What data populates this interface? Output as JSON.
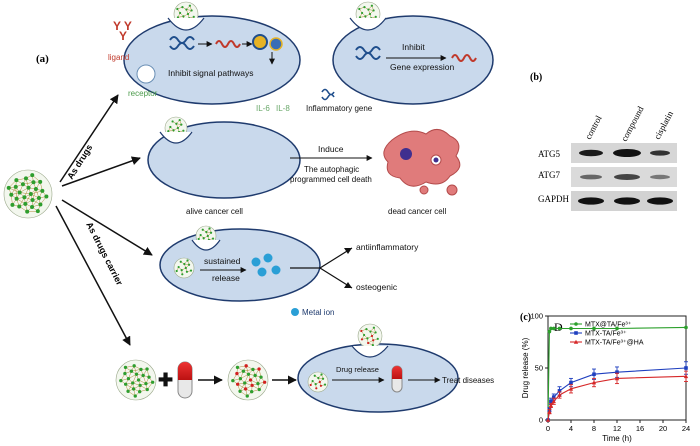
{
  "panel_a": {
    "label": "(a)",
    "ligand_label": "ligand",
    "receptor_label": "receptor",
    "inhibit_signal_text": "Inhibit signal pathways",
    "cytokines": [
      "IL-6",
      "IL-8"
    ],
    "inflammatory_gene_label": "Inflammatory gene",
    "inhibit_label": "Inhibit",
    "gene_expression_label": "Gene expression",
    "as_drugs_label": "As drugs",
    "as_drugs_carrier_label": "As drugs carrier",
    "induce_label": "Induce",
    "autophagic_label_1": "The autophagic",
    "autophagic_label_2": "programmed cell death",
    "alive_cell_label": "alive cancer cell",
    "dead_cell_label": "dead cancer cell",
    "sustained_release_1": "sustained",
    "sustained_release_2": "release",
    "antiinflammatory_label": "antiinflammatory",
    "osteogenic_label": "osteogenic",
    "metal_ion_label": "Metal  ion",
    "drug_release_label": "Drug release",
    "treat_diseases_label": "Treat diseases",
    "colors": {
      "cell_fill": "#c9d9ec",
      "cell_stroke": "#1f3b6e",
      "rna": "#c0392b",
      "dna": "#1f4e8c",
      "nanoparticle_green": "#2e9e2e",
      "nanoparticle_red": "#d22020",
      "dead_cell": "#e07b7b",
      "metal_ion": "#2a9fd6"
    }
  },
  "panel_b": {
    "label": "(b)",
    "columns": [
      "control",
      "compound",
      "cisplatin"
    ],
    "rows": [
      "ATG5",
      "ATG7",
      "GAPDH"
    ]
  },
  "panel_c": {
    "label": "(c)",
    "chart_data": {
      "type": "line",
      "panel_letter": "D",
      "xlabel": "Time (h)",
      "ylabel": "Drug release (%)",
      "xlim": [
        0,
        24
      ],
      "ylim": [
        0,
        100
      ],
      "xticks": [
        0,
        4,
        8,
        12,
        16,
        20,
        24
      ],
      "yticks": [
        0,
        50,
        100
      ],
      "legend_position": "top-left",
      "series": [
        {
          "name": "MTX@TA/Fe³⁺",
          "color": "#2ca02c",
          "marker": "circle",
          "x": [
            0,
            0.25,
            0.5,
            1,
            2,
            4,
            8,
            12,
            24
          ],
          "y": [
            0,
            85,
            88,
            88,
            88,
            88,
            88,
            88,
            89
          ]
        },
        {
          "name": "MTX-TA/Fe³⁺",
          "color": "#1f3fbf",
          "marker": "square",
          "x": [
            0,
            0.25,
            0.5,
            1,
            2,
            4,
            8,
            12,
            24
          ],
          "y": [
            0,
            10,
            18,
            22,
            28,
            36,
            44,
            46,
            50
          ],
          "err": [
            0,
            2,
            3,
            3,
            4,
            4,
            5,
            5,
            6
          ]
        },
        {
          "name": "MTX-TA/Fe³⁺@HA",
          "color": "#d62728",
          "marker": "triangle",
          "x": [
            0,
            0.25,
            0.5,
            1,
            2,
            4,
            8,
            12,
            24
          ],
          "y": [
            0,
            8,
            14,
            18,
            24,
            30,
            36,
            40,
            42
          ],
          "err": [
            0,
            2,
            2,
            3,
            3,
            4,
            4,
            5,
            5
          ]
        }
      ]
    }
  }
}
